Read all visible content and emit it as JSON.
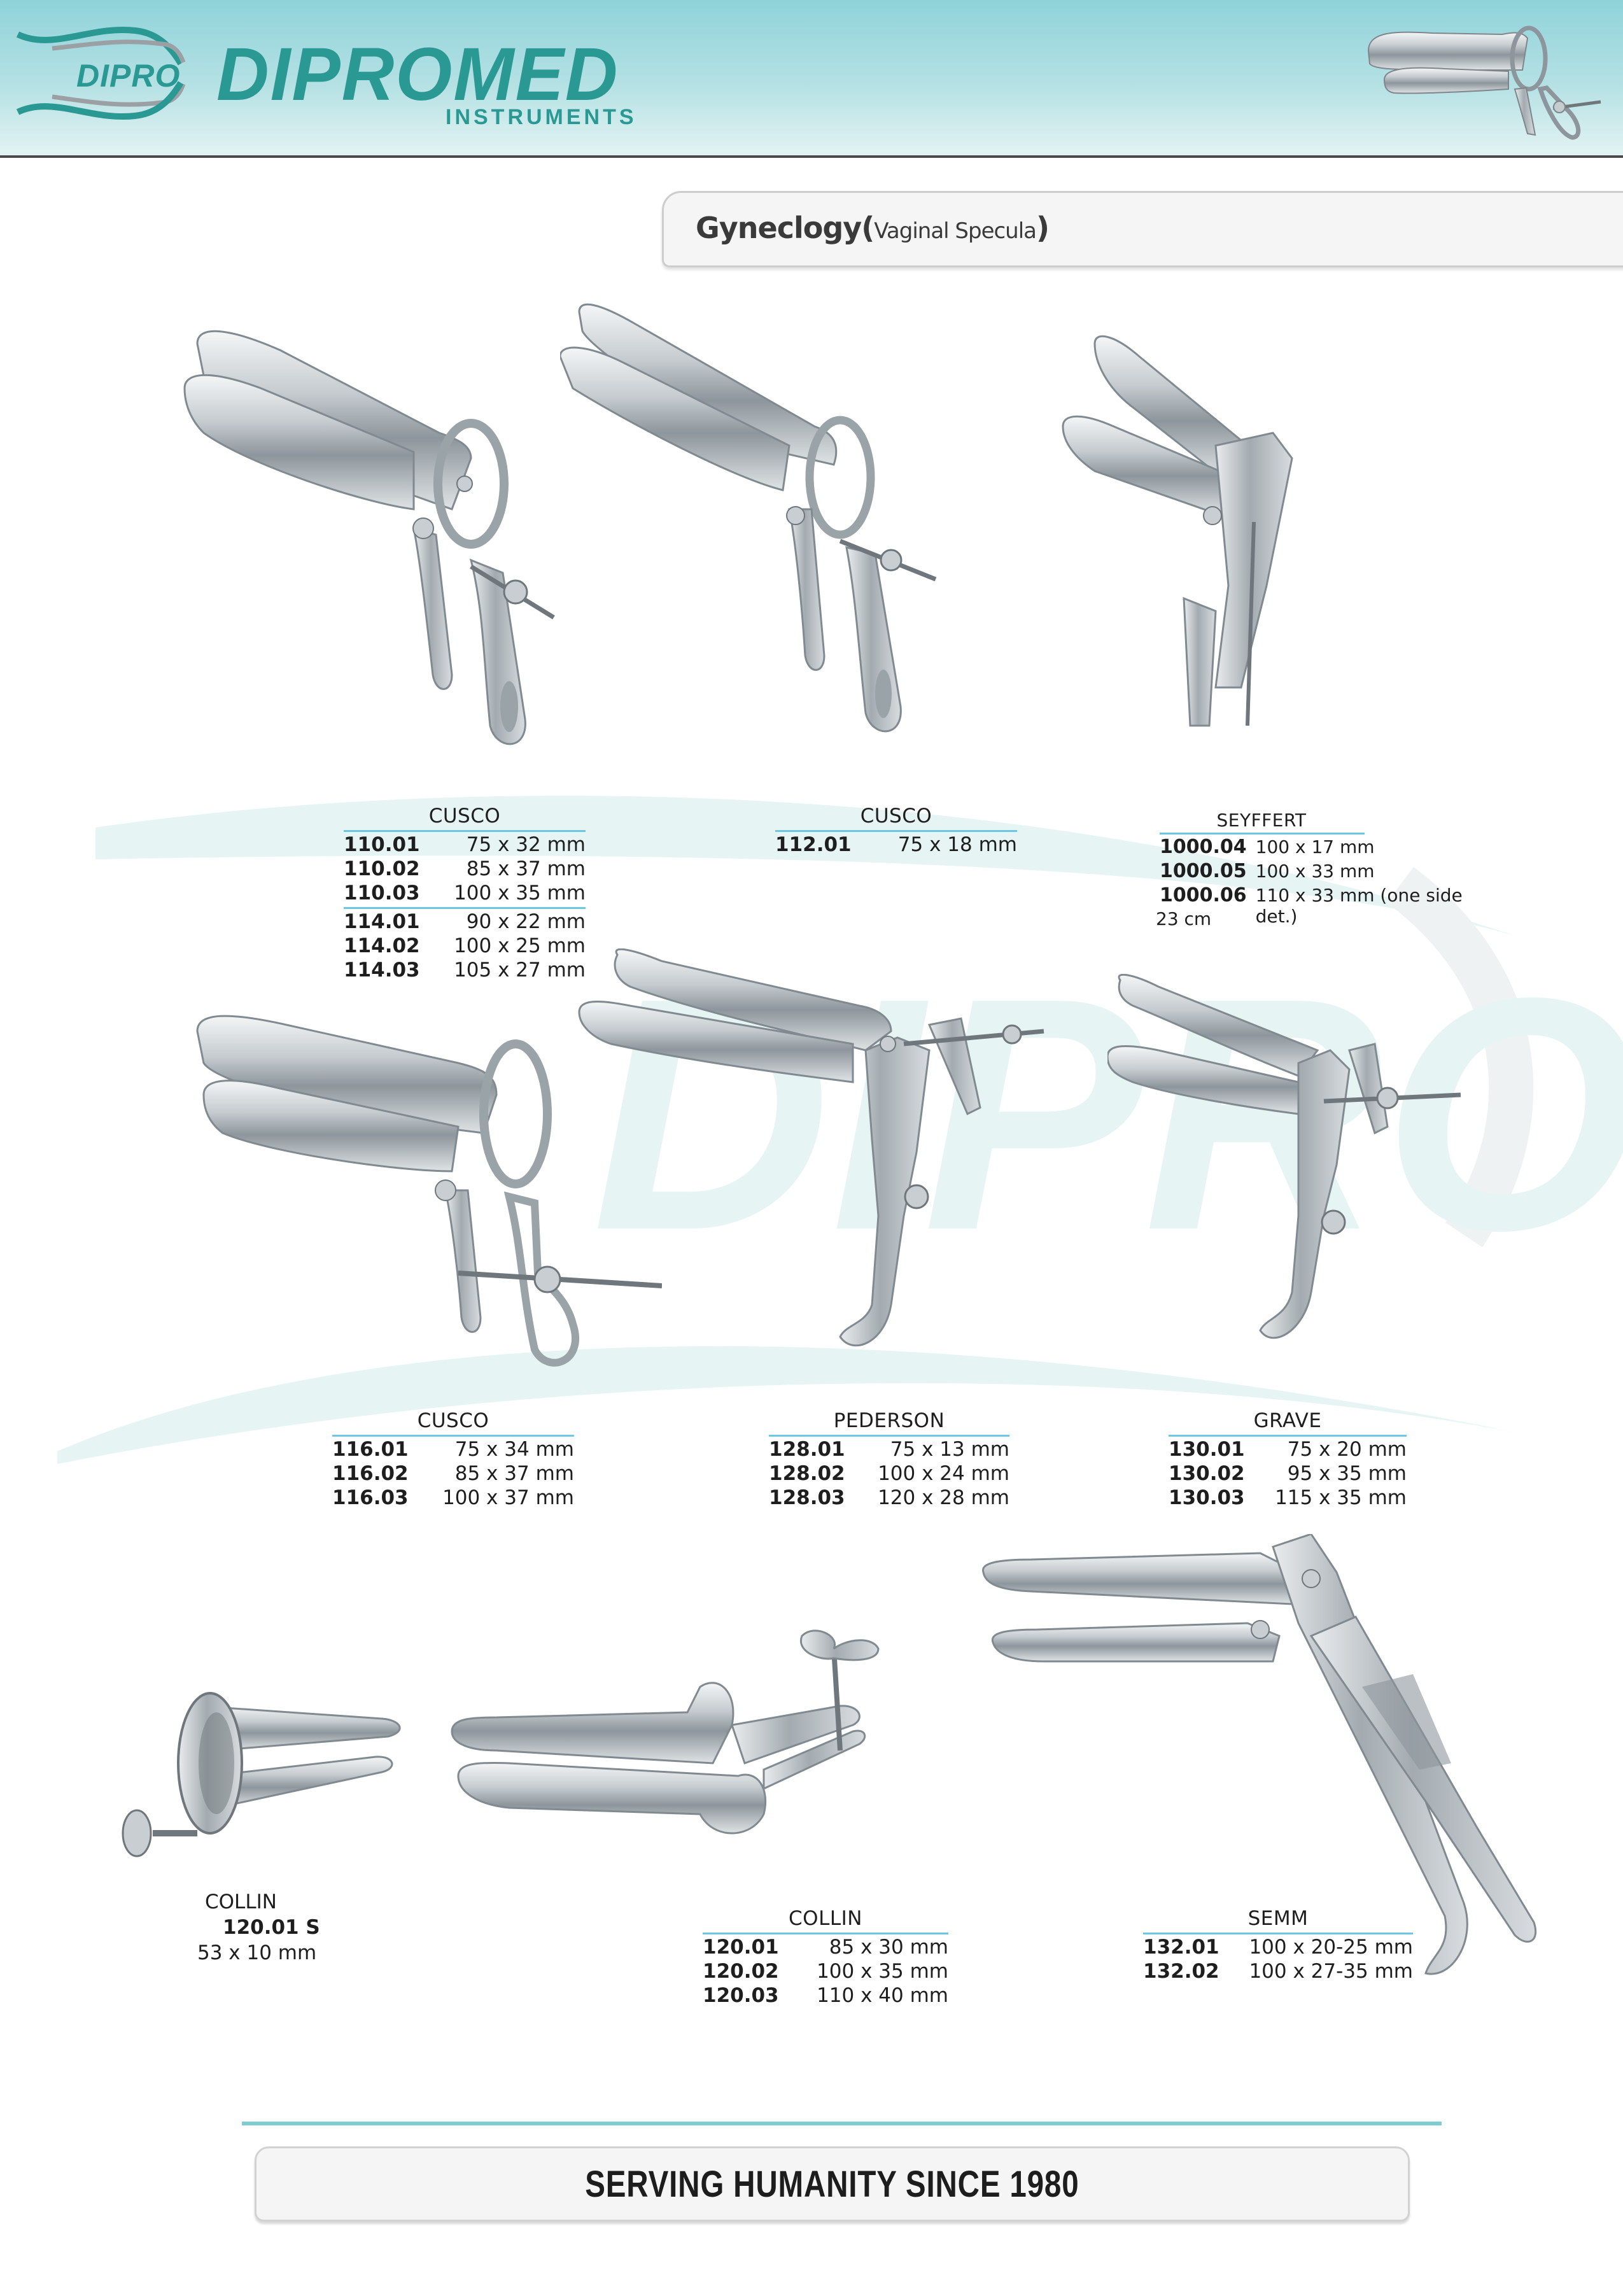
{
  "header": {
    "logo_mark_text": "DIPRO",
    "brand_name": "DIPROMED",
    "brand_subtitle": "INSTRUMENTS",
    "product_icon": "cusco-speculum-icon",
    "colors": {
      "brand_teal": "#2a9893",
      "header_gradient_top": "#8fd3da",
      "header_gradient_bottom": "#e3f3f3",
      "rule_blue": "#6cc7e2"
    }
  },
  "section": {
    "title": "Gyneclogy",
    "subtitle": "Vaginal Specula",
    "open_paren": "(",
    "close_paren": ")"
  },
  "watermark": {
    "text": "DIPRO"
  },
  "products": [
    {
      "name": "CUSCO",
      "icon": "cusco-speculum-icon",
      "groups": [
        [
          {
            "code": "110.01",
            "size": "75 x 32 mm"
          },
          {
            "code": "110.02",
            "size": "85 x 37 mm"
          },
          {
            "code": "110.03",
            "size": "100 x 35 mm"
          }
        ],
        [
          {
            "code": "114.01",
            "size": "90 x 22 mm"
          },
          {
            "code": "114.02",
            "size": "100 x 25 mm"
          },
          {
            "code": "114.03",
            "size": "105 x 27 mm"
          }
        ]
      ]
    },
    {
      "name": "CUSCO",
      "icon": "cusco-speculum-narrow-icon",
      "rows": [
        {
          "code": "112.01",
          "size": "75 x 18 mm"
        }
      ]
    },
    {
      "name": "SEYFFERT",
      "icon": "seyffert-speculum-icon",
      "rows": [
        {
          "code": "1000.04",
          "size": "100 x 17 mm"
        },
        {
          "code": "1000.05",
          "size": "100 x 33 mm"
        },
        {
          "code": "1000.06",
          "size": "110 x 33 mm (one side det.)"
        }
      ],
      "note": "23 cm"
    },
    {
      "name": "CUSCO",
      "icon": "cusco-speculum-ring-icon",
      "rows": [
        {
          "code": "116.01",
          "size": "75 x 34 mm"
        },
        {
          "code": "116.02",
          "size": "85 x 37 mm"
        },
        {
          "code": "116.03",
          "size": "100 x 37 mm"
        }
      ]
    },
    {
      "name": "PEDERSON",
      "icon": "pederson-speculum-icon",
      "rows": [
        {
          "code": "128.01",
          "size": "75 x 13 mm"
        },
        {
          "code": "128.02",
          "size": "100 x 24 mm"
        },
        {
          "code": "128.03",
          "size": "120 x 28 mm"
        }
      ]
    },
    {
      "name": "GRAVE",
      "icon": "grave-speculum-icon",
      "rows": [
        {
          "code": "130.01",
          "size": "75 x 20 mm"
        },
        {
          "code": "130.02",
          "size": "95 x 35 mm"
        },
        {
          "code": "130.03",
          "size": "115 x 35 mm"
        }
      ]
    },
    {
      "name": "COLLIN",
      "icon": "collin-speculum-small-icon",
      "code": "120.01 S",
      "size": "53 x 10 mm"
    },
    {
      "name": "COLLIN",
      "icon": "collin-speculum-icon",
      "rows": [
        {
          "code": "120.01",
          "size": "85 x 30 mm"
        },
        {
          "code": "120.02",
          "size": "100 x 35 mm"
        },
        {
          "code": "120.03",
          "size": "110 x 40 mm"
        }
      ]
    },
    {
      "name": "SEMM",
      "icon": "semm-speculum-icon",
      "rows": [
        {
          "code": "132.01",
          "size": "100 x 20-25 mm"
        },
        {
          "code": "132.02",
          "size": "100 x 27-35 mm"
        }
      ]
    }
  ],
  "footer": {
    "slogan": "SERVING HUMANITY SINCE 1980"
  }
}
